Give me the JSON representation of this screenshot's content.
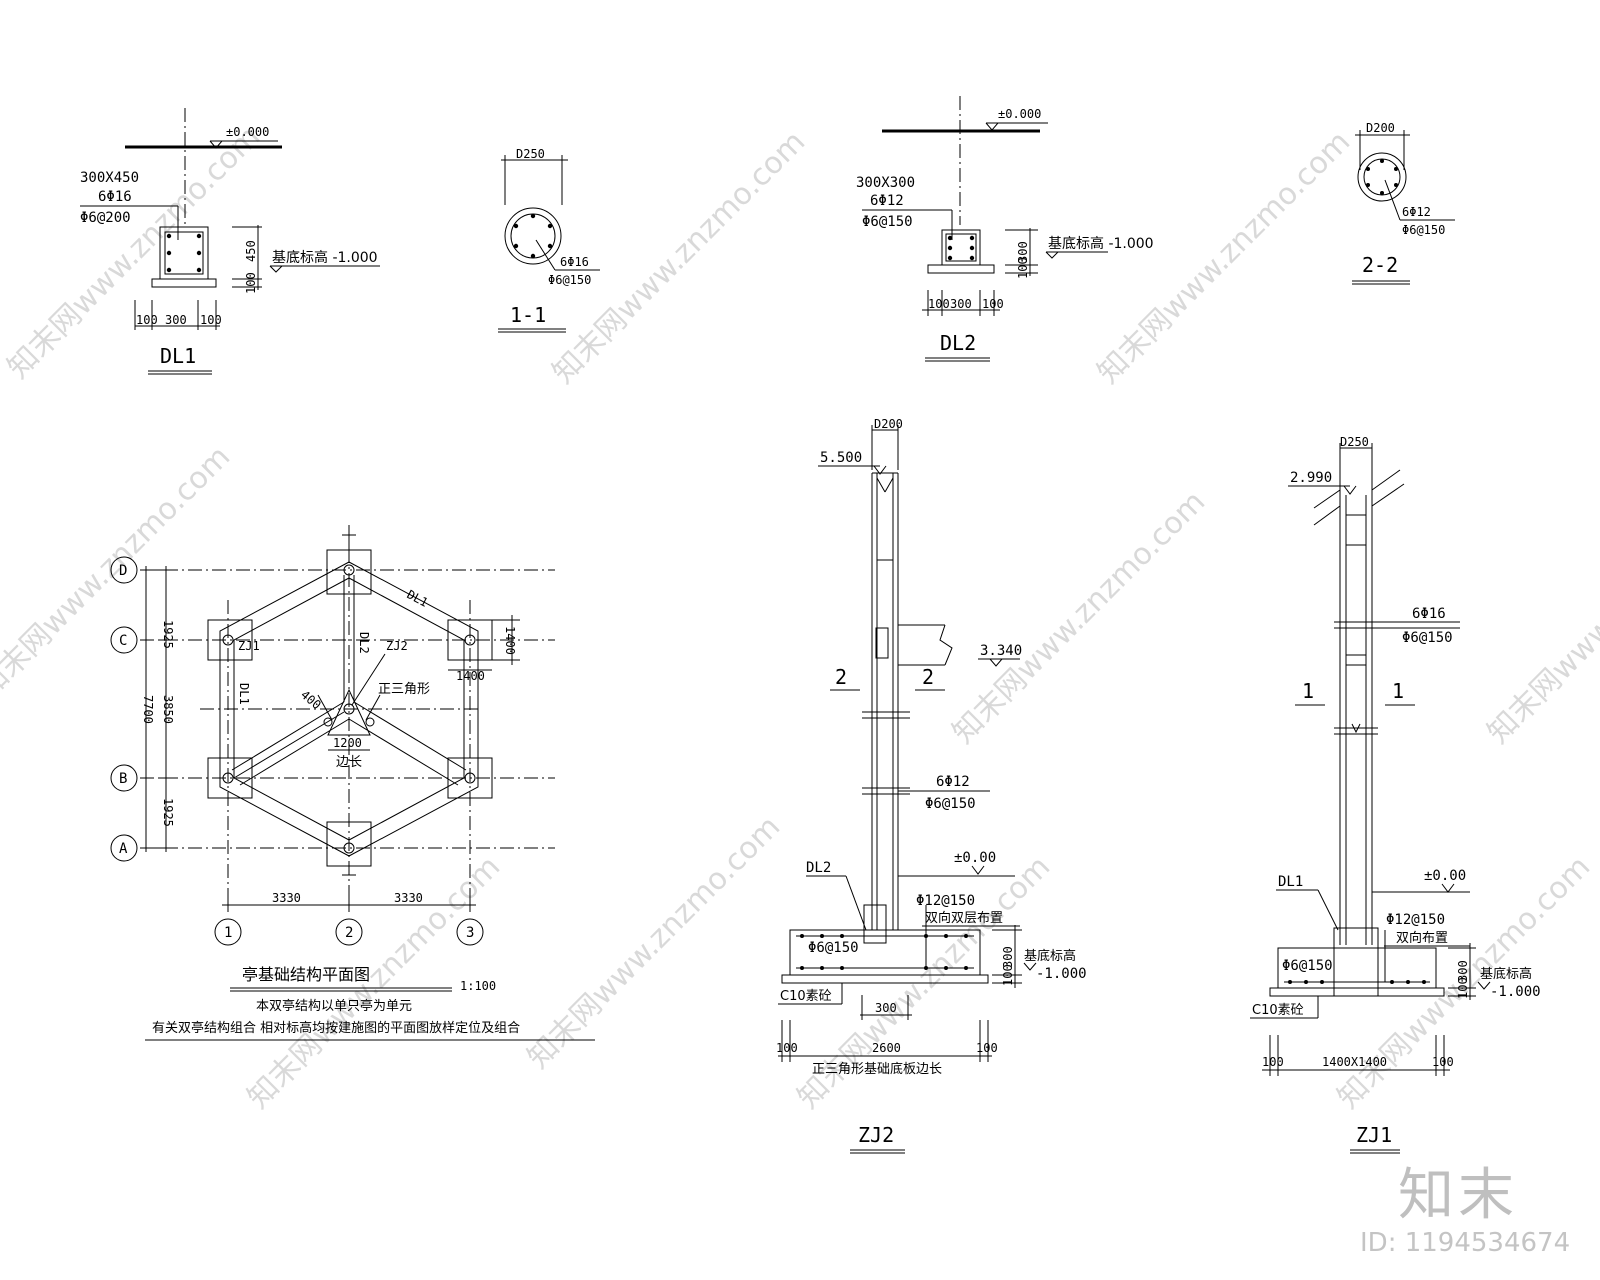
{
  "watermark": "知末网www.znzmo.com",
  "logo": "知末",
  "id_label": "ID: 1194534674",
  "dl1": {
    "elev": "±0.000",
    "size": "300X450",
    "rebar_main": "6Φ16",
    "rebar_stirrup": "Φ6@200",
    "base_elev": "基底标高 -1.000",
    "dim_h": "450",
    "dim_b": "100",
    "dim_w": [
      "100",
      "300",
      "100"
    ],
    "title": "DL1"
  },
  "sec11": {
    "dia": "D250",
    "rebar_main": "6Φ16",
    "rebar_stirrup": "Φ6@150",
    "title": "1-1"
  },
  "dl2": {
    "elev": "±0.000",
    "size": "300X300",
    "rebar_main": "6Φ12",
    "rebar_stirrup": "Φ6@150",
    "base_elev": "基底标高 -1.000",
    "dim_h": "300",
    "dim_b": "100",
    "dim_w": [
      "100",
      "300",
      "100"
    ],
    "title": "DL2"
  },
  "sec22": {
    "dia": "D200",
    "rebar_main": "6Φ12",
    "rebar_stirrup": "Φ6@150",
    "title": "2-2"
  },
  "plan": {
    "axes_rows": [
      "D",
      "C",
      "B",
      "A"
    ],
    "axes_cols": [
      "1",
      "2",
      "3"
    ],
    "dim_left": [
      "1925",
      "3850",
      "1925"
    ],
    "dim_total": "7700",
    "dim_bottom": [
      "3330",
      "3330"
    ],
    "beam_dl1": "DL1",
    "beam_dl2": "DL2",
    "col_zj1": "ZJ1",
    "col_zj2": "ZJ2",
    "triangle_note": "正三角形",
    "dim_400": "400",
    "dim_1200": "1200",
    "edge_len": "边长",
    "pad_1400a": "1400",
    "pad_1400b": "1400",
    "title": "亭基础结构平面图",
    "scale": "1:100",
    "note1": "本双亭结构以单只亭为单元",
    "note2": "有关双亭结构组合 相对标高均按建施图的平面图放样定位及组合"
  },
  "zj2": {
    "dia": "D200",
    "top_elev": "5.500",
    "mid_elev": "3.340",
    "sec_mark": "2",
    "rebar_main": "6Φ12",
    "rebar_stirrup": "Φ6@150",
    "zero": "±0.00",
    "beam": "DL2",
    "slab_rebar": "Φ12@150",
    "slab_note": "双向双层布置",
    "stirrup_base": "Φ6@150",
    "base_elev_label": "基底标高",
    "base_elev_val": "-1.000",
    "dim_h": "300",
    "dim_b": "100",
    "c10": "C10素砼",
    "dim_300": "300",
    "dim_w": [
      "100",
      "2600",
      "100"
    ],
    "base_note": "正三角形基础底板边长",
    "title": "ZJ2"
  },
  "zj1": {
    "dia": "D250",
    "top_elev": "2.990",
    "sec_mark": "1",
    "rebar_main": "6Φ16",
    "rebar_stirrup": "Φ6@150",
    "zero": "±0.00",
    "beam": "DL1",
    "slab_rebar": "Φ12@150",
    "slab_note": "双向布置",
    "stirrup_base": "Φ6@150",
    "base_elev_label": "基底标高",
    "base_elev_val": "-1.000",
    "dim_h": "300",
    "dim_b": "100",
    "c10": "C10素砼",
    "dim_w": [
      "100",
      "1400X1400",
      "100"
    ],
    "title": "ZJ1"
  }
}
